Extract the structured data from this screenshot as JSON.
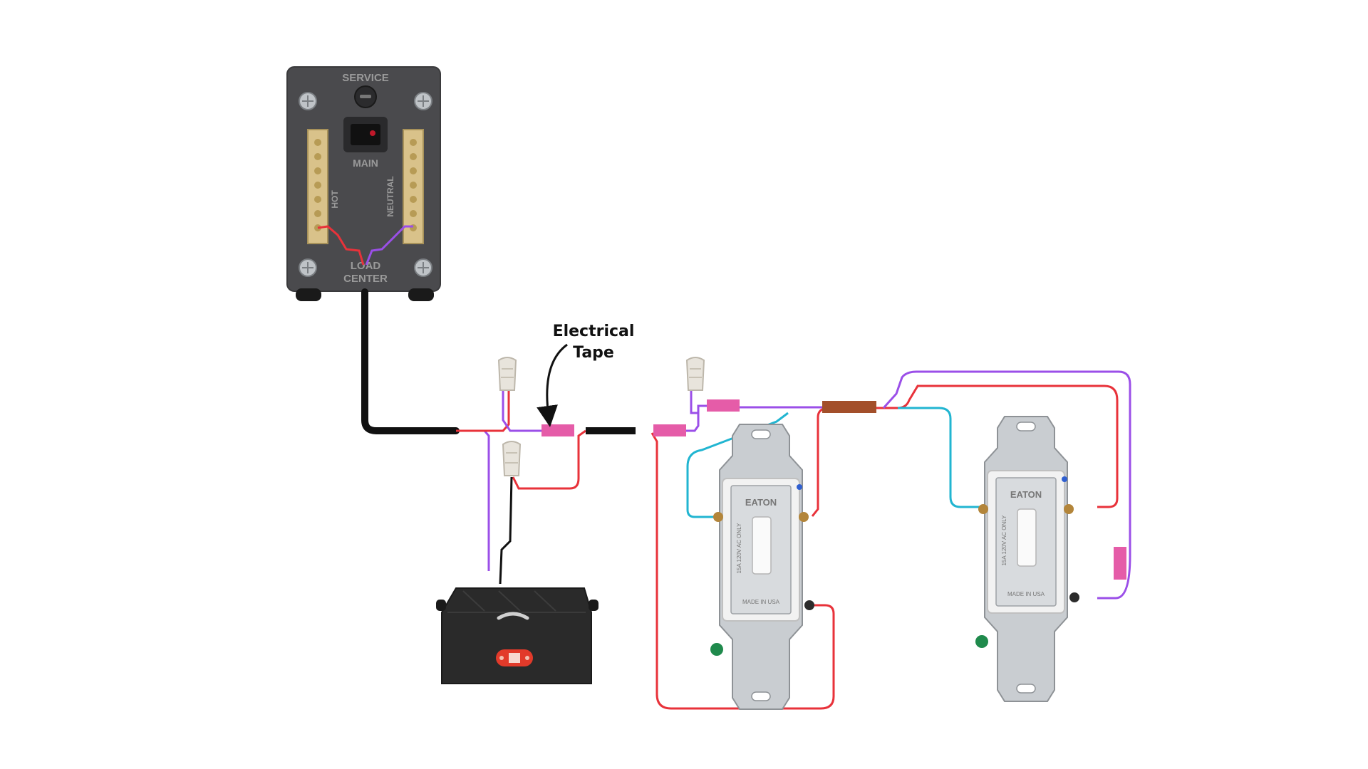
{
  "annotation": {
    "line1": "Electrical",
    "line2": "Tape"
  },
  "load_center": {
    "service": "SERVICE",
    "main": "MAIN",
    "hot": "HOT",
    "neutral": "NEUTRAL",
    "load": "LOAD",
    "center": "CENTER"
  },
  "switch_left": {
    "brand": "EATON",
    "rating": "15A 120V AC ONLY",
    "made_in": "MADE IN USA"
  },
  "switch_right": {
    "brand": "EATON",
    "rating": "15A 120V AC ONLY",
    "made_in": "MADE IN USA"
  },
  "colors": {
    "hot": "#e8323a",
    "neutral": "#9b4fe8",
    "traveler": "#21b5d1",
    "cable": "#111111",
    "tape_pink": "#e55ca8",
    "tape_brown": "#a34f2a",
    "panel": "#4a4a4d",
    "brass": "#d9c28a",
    "switch_metal": "#c9cdd1"
  }
}
